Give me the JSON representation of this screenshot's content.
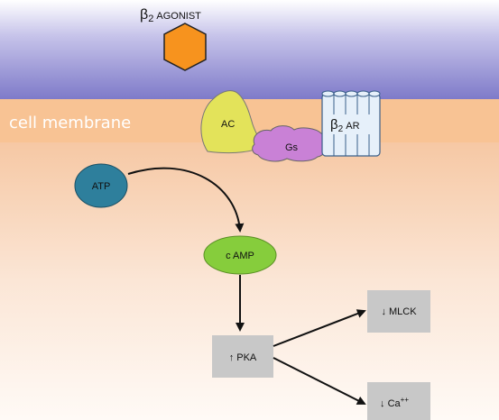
{
  "agonist": {
    "label_beta": "β",
    "label_sub": "2",
    "label_rest": " AGONIST",
    "color": "#f7931e"
  },
  "membrane": {
    "label": "cell membrane",
    "color": "#f8c394"
  },
  "proteins": {
    "ac": {
      "label": "AC",
      "color": "#e3e35a"
    },
    "gs": {
      "label": "Gs",
      "color": "#c981d6"
    },
    "b2ar": {
      "label_beta": "β",
      "label_sub": "2",
      "label_rest": " AR",
      "color": "#e6f0fa"
    }
  },
  "molecules": {
    "atp": {
      "label": "ATP",
      "color": "#2e7f9c"
    },
    "camp": {
      "label": "c AMP",
      "color": "#86cd3c"
    }
  },
  "boxes": {
    "pka": {
      "label": "↑ PKA"
    },
    "mlck": {
      "label": "↓ MLCK"
    },
    "ca": {
      "label_main": "↓ Ca",
      "label_sup": "++"
    }
  },
  "colors": {
    "top_band": "#8a86cf",
    "box_fill": "#c8c8c8",
    "arrow": "#111111"
  }
}
